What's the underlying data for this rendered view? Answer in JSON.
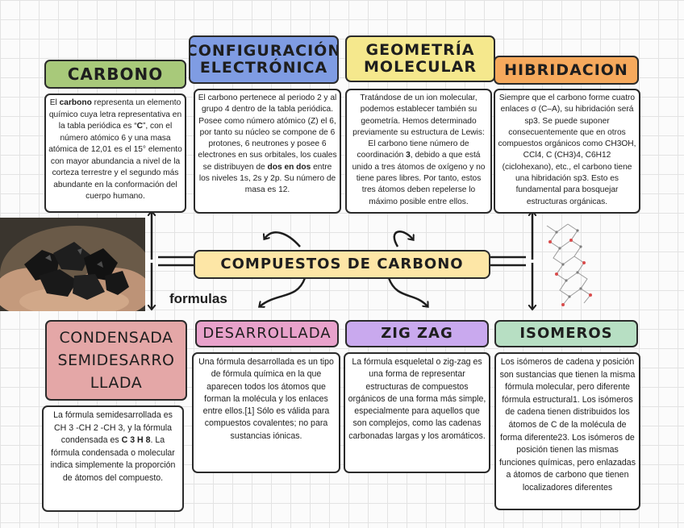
{
  "center": {
    "title": "COMPUESTOS DE CARBONO"
  },
  "formulas_label": "formulas",
  "top": {
    "carbono": {
      "title": "CARBONO",
      "parts": [
        "El ",
        "carbono",
        " representa un elemento químico cuya letra representativa en la tabla periódica es “",
        "C",
        "”, con el número atómico 6 y una masa atómica de 12,01 es el 15° elemento con mayor abundancia a nivel de la corteza terrestre y el segundo más abundante en la conformación del cuerpo humano."
      ]
    },
    "configuracion": {
      "title": "CONFIGURACIÓN ELECTRÓNICA",
      "parts": [
        "El carbono pertenece al periodo 2 y al grupo 4 dentro de la tabla periódica. Posee como número atómico (Z) el 6, por tanto su núcleo se compone de 6 protones, 6 neutrones y posee 6 electrones en sus orbitales, los cuales se distribuyen de ",
        "dos en dos",
        " entre los niveles 1s, 2s y 2p. Su número de masa es 12."
      ]
    },
    "geometria": {
      "title": "GEOMETRÍA MOLECULAR",
      "parts": [
        "Tratándose de un ion molecular, podemos establecer también su geometría. Hemos determinado previamente su estructura de Lewis: El carbono tiene número de coordinación ",
        "3",
        ", debido a que está unido a tres átomos de oxígeno y no tiene pares libres. Por tanto, estos tres átomos deben repelerse lo máximo posible entre ellos."
      ]
    },
    "hibridacion": {
      "title": "HIBRIDACION",
      "text": "Siempre que el carbono forme cuatro enlaces σ (C–A), su hibridación será sp3. Se puede suponer consecuentemente que en otros compuestos orgánicos como CH3OH, CCl4, C (CH3)4, C6H12 (ciclohexano), etc., el carbono tiene una hibridación sp3. Esto es fundamental para bosquejar estructuras orgánicas."
    }
  },
  "bottom": {
    "condensada": {
      "title": "CONDENSADA SEMIDESARROLLADA",
      "title_lines": [
        "CONDENSADA",
        "SEMIDESARRO",
        "LLADA"
      ],
      "parts": [
        "La fórmula semidesarrollada es CH 3 -CH 2 -CH 3, y la fórmula condensada es ",
        "C 3 H 8",
        ". La fórmula condensada o molecular indica simplemente la proporción de átomos del compuesto."
      ]
    },
    "desarrollada": {
      "title": "DESARROLLADA",
      "text": "Una fórmula desarrollada es un tipo de fórmula química en la que aparecen todos los átomos que forman la molécula y los enlaces entre ellos.[1] Sólo es válida para compuestos covalentes; no para sustancias iónicas."
    },
    "zigzag": {
      "title": "ZIG ZAG",
      "text": "La fórmula esqueletal o zig-zag es una forma de representar estructuras de compuestos orgánicos de una forma más simple, especialmente para aquellos que son complejos, como las cadenas carbonadas largas y los aromáticos."
    },
    "isomeros": {
      "title": "ISOMEROS",
      "text": "Los isómeros de cadena y posición son sustancias que tienen la misma fórmula molecular, pero diferente fórmula estructural1. Los isómeros de cadena tienen distribuidos los átomos de C de la molécula de forma diferente23. Los isómeros de posición tienen las mismas funciones químicas, pero enlazadas a átomos de carbono que tienen localizadores diferentes"
    }
  },
  "colors": {
    "carbono": "#a8c97a",
    "configuracion": "#7f9ce3",
    "geometria": "#f5e88d",
    "hibridacion": "#f6a95c",
    "center": "#fde6a6",
    "condensada": "#e4a7a7",
    "desarrollada": "#e8a2cb",
    "zigzag": "#c9a9ee",
    "isomeros": "#b7dfc3"
  }
}
